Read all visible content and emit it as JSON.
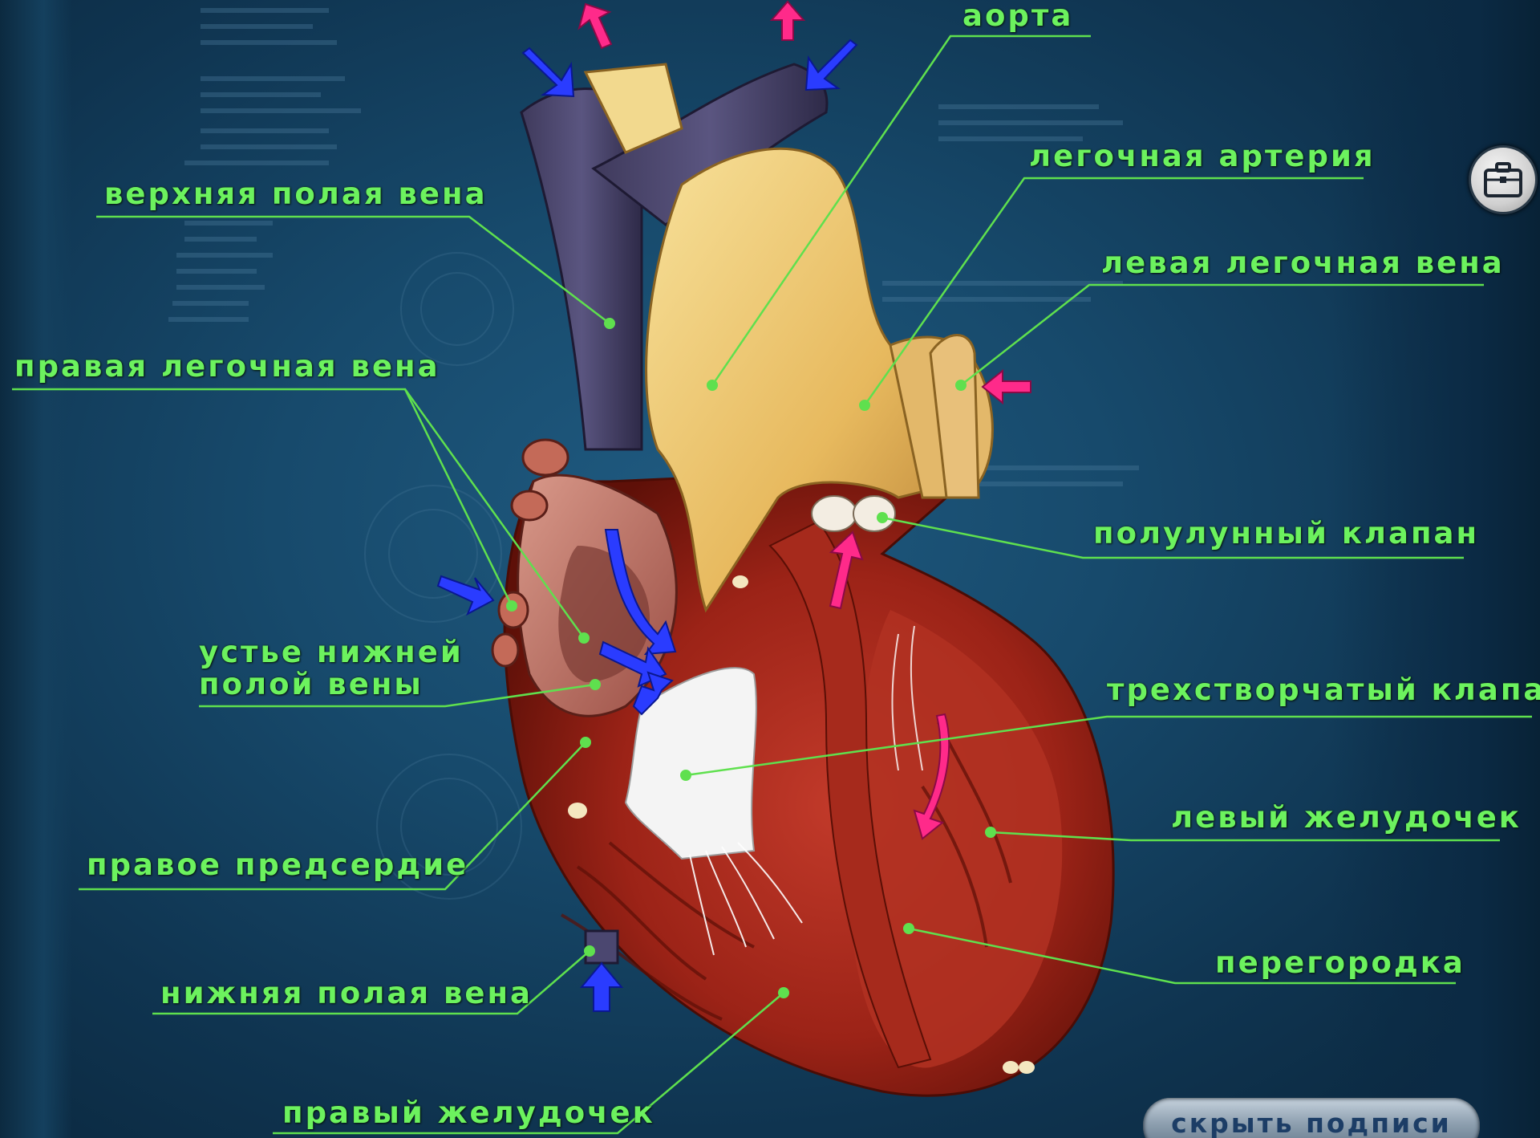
{
  "labels": {
    "aorta": "аорта",
    "pulmonary_artery": "легочная артерия",
    "left_pulmonary_vein": "левая легочная вена",
    "superior_vena_cava": "верхняя полая вена",
    "right_pulmonary_vein": "правая легочная вена",
    "semilunar_valve": "полулунный клапан",
    "ivc_orifice_line1": "устье нижней",
    "ivc_orifice_line2": "полой вены",
    "tricuspid_valve": "трехстворчатый клапан",
    "left_ventricle": "левый желудочек",
    "right_atrium": "правое предсердие",
    "septum": "перегородка",
    "inferior_vena_cava": "нижняя полая вена",
    "right_ventricle": "правый желудочек"
  },
  "buttons": {
    "hide_labels": "скрыть подписи"
  },
  "icons": {
    "toolkit": "briefcase-icon",
    "arrows_blue": "deoxygenated-flow-arrow",
    "arrows_pink": "oxygenated-flow-arrow"
  },
  "colors": {
    "label_green": "#6cf25e",
    "leader_line": "#5fe04e",
    "arrow_blue": "#2a3cff",
    "arrow_pink": "#ff2a8a",
    "background": "#174a6c"
  }
}
